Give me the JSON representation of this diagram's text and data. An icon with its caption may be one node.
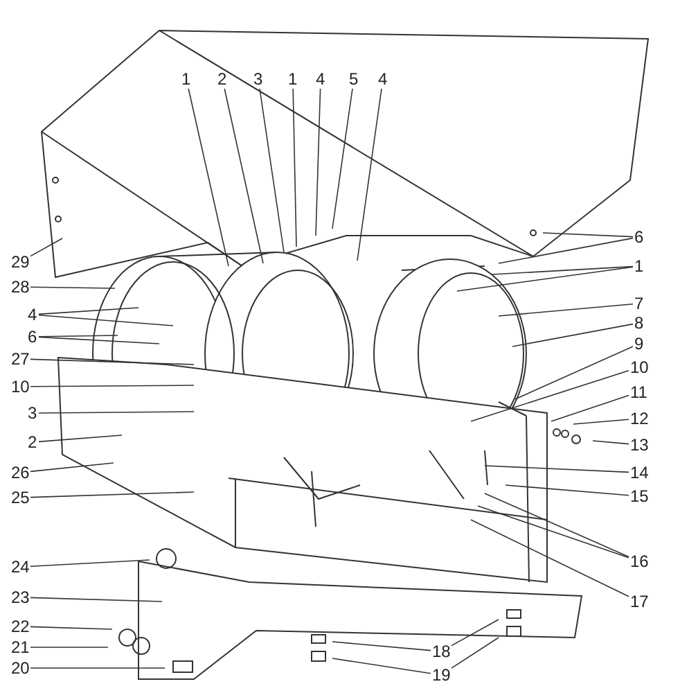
{
  "diagram": {
    "nodes": [
      {
        "text": [
          "1"
        ]
      },
      {
        "text": [
          "2"
        ]
      },
      {
        "text": [
          "3"
        ]
      },
      {
        "text": [
          "1"
        ]
      },
      {
        "text": [
          "4"
        ]
      },
      {
        "text": [
          "5"
        ]
      },
      {
        "text": [
          "4"
        ]
      },
      {
        "text": [
          "29"
        ]
      },
      {
        "text": [
          "28"
        ]
      },
      {
        "text": [
          "4"
        ]
      },
      {
        "text": [
          "6"
        ]
      },
      {
        "text": [
          "27"
        ]
      },
      {
        "text": [
          "10"
        ]
      },
      {
        "text": [
          "3"
        ]
      },
      {
        "text": [
          "2"
        ]
      },
      {
        "text": [
          "26"
        ]
      },
      {
        "text": [
          "25"
        ]
      },
      {
        "text": [
          "24"
        ]
      },
      {
        "text": [
          "23"
        ]
      },
      {
        "text": [
          "22"
        ]
      },
      {
        "text": [
          "21"
        ]
      },
      {
        "text": [
          "20"
        ]
      },
      {
        "text": [
          "6"
        ]
      },
      {
        "text": [
          "1"
        ]
      },
      {
        "text": [
          "7"
        ]
      },
      {
        "text": [
          "8"
        ]
      },
      {
        "text": [
          "9"
        ]
      },
      {
        "text": [
          "10"
        ]
      },
      {
        "text": [
          "11"
        ]
      },
      {
        "text": [
          "12"
        ]
      },
      {
        "text": [
          "13"
        ]
      },
      {
        "text": [
          "14"
        ]
      },
      {
        "text": [
          "15"
        ]
      },
      {
        "text": [
          "16"
        ]
      },
      {
        "text": [
          "17"
        ]
      },
      {
        "text": [
          "18"
        ]
      },
      {
        "text": [
          "19"
        ]
      }
    ],
    "edges": [
      {
        "from": 0,
        "to": null,
        "arrow": "none"
      },
      {
        "from": 1,
        "to": null,
        "arrow": "none"
      },
      {
        "from": 2,
        "to": null,
        "arrow": "none"
      },
      {
        "from": 3,
        "to": null,
        "arrow": "none"
      },
      {
        "from": 4,
        "to": null,
        "arrow": "none"
      },
      {
        "from": 5,
        "to": null,
        "arrow": "none"
      },
      {
        "from": 6,
        "to": null,
        "arrow": "none"
      },
      {
        "from": 7,
        "to": null,
        "arrow": "none"
      },
      {
        "from": 8,
        "to": null,
        "arrow": "none"
      },
      {
        "from": 9,
        "to": null,
        "arrow": "none"
      },
      {
        "from": 9,
        "to": null,
        "arrow": "none"
      },
      {
        "from": 10,
        "to": null,
        "arrow": "none"
      },
      {
        "from": 10,
        "to": null,
        "arrow": "none"
      },
      {
        "from": 11,
        "to": null,
        "arrow": "none"
      },
      {
        "from": 12,
        "to": null,
        "arrow": "none"
      },
      {
        "from": 13,
        "to": null,
        "arrow": "none"
      },
      {
        "from": 14,
        "to": null,
        "arrow": "none"
      },
      {
        "from": 15,
        "to": null,
        "arrow": "none"
      },
      {
        "from": 16,
        "to": null,
        "arrow": "none"
      },
      {
        "from": 17,
        "to": null,
        "arrow": "none"
      },
      {
        "from": 18,
        "to": null,
        "arrow": "none"
      },
      {
        "from": 19,
        "to": null,
        "arrow": "none"
      },
      {
        "from": 20,
        "to": null,
        "arrow": "none"
      },
      {
        "from": 21,
        "to": null,
        "arrow": "none"
      },
      {
        "from": 22,
        "to": null,
        "arrow": "none"
      },
      {
        "from": 22,
        "to": null,
        "arrow": "none"
      },
      {
        "from": 23,
        "to": null,
        "arrow": "none"
      },
      {
        "from": 23,
        "to": null,
        "arrow": "none"
      },
      {
        "from": 24,
        "to": null,
        "arrow": "none"
      },
      {
        "from": 25,
        "to": null,
        "arrow": "none"
      },
      {
        "from": 26,
        "to": null,
        "arrow": "none"
      },
      {
        "from": 27,
        "to": null,
        "arrow": "none"
      },
      {
        "from": 28,
        "to": null,
        "arrow": "none"
      },
      {
        "from": 29,
        "to": null,
        "arrow": "none"
      },
      {
        "from": 30,
        "to": null,
        "arrow": "none"
      },
      {
        "from": 31,
        "to": null,
        "arrow": "none"
      },
      {
        "from": 32,
        "to": null,
        "arrow": "none"
      },
      {
        "from": 33,
        "to": null,
        "arrow": "none"
      },
      {
        "from": 33,
        "to": null,
        "arrow": "none"
      },
      {
        "from": 34,
        "to": null,
        "arrow": "none"
      },
      {
        "from": 35,
        "to": null,
        "arrow": "none"
      },
      {
        "from": 35,
        "to": null,
        "arrow": "none"
      },
      {
        "from": 36,
        "to": null,
        "arrow": "none"
      },
      {
        "from": 36,
        "to": null,
        "arrow": "none"
      }
    ]
  }
}
